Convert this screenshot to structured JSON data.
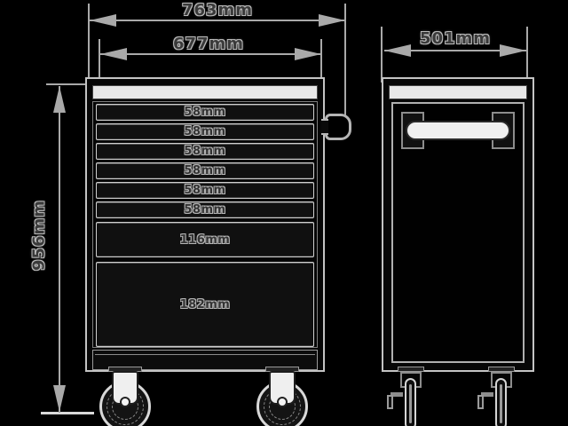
{
  "drawing": {
    "front_view": {
      "overall_width_label": "763mm",
      "cabinet_width_label": "677mm",
      "height_label": "956mm",
      "drawers": [
        "58mm",
        "58mm",
        "58mm",
        "58mm",
        "58mm",
        "58mm",
        "116mm",
        "182mm"
      ]
    },
    "side_view": {
      "depth_label": "501mm"
    },
    "colors": {
      "background": "#000000",
      "line": "#a9a9a9",
      "bright_fill": "#e8e8e8",
      "panel_fill": "#0a0a0a"
    }
  }
}
